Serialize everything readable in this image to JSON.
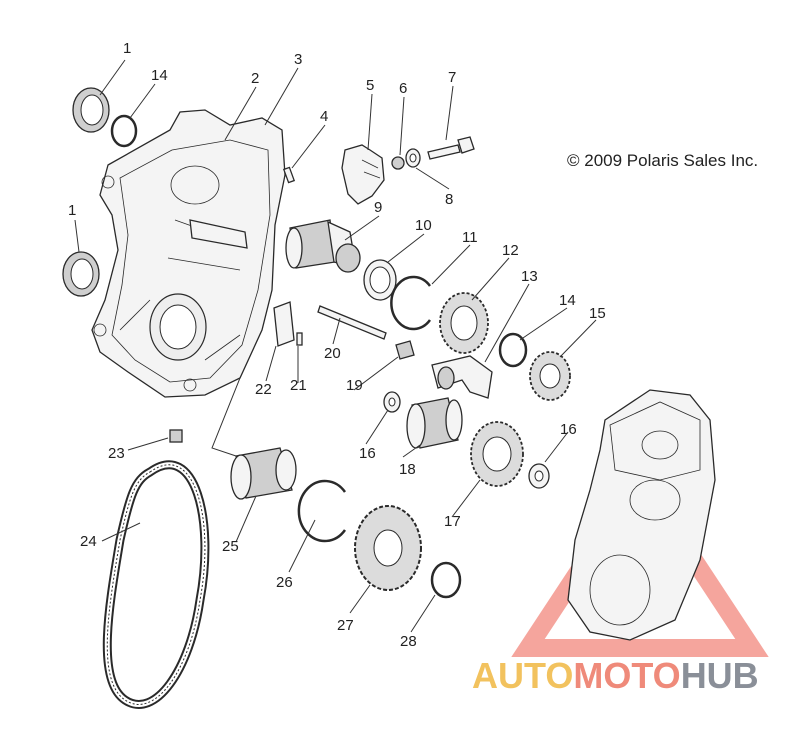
{
  "copyright": "© 2009 Polaris Sales Inc.",
  "watermark": {
    "part1": "AUTO",
    "part2": "MOTO",
    "part3": "HUB"
  },
  "colors": {
    "watermark_red": "#ec5b4d",
    "watermark_yellow": "#f2c25e",
    "watermark_gray": "#8a8f98",
    "line": "#2a2a2a"
  },
  "callouts": {
    "c1a": "1",
    "c1b": "1",
    "c2": "2",
    "c3": "3",
    "c4": "4",
    "c5": "5",
    "c6": "6",
    "c7": "7",
    "c8": "8",
    "c9": "9",
    "c10": "10",
    "c11": "11",
    "c12": "12",
    "c13": "13",
    "c14a": "14",
    "c14b": "14",
    "c15": "15",
    "c16a": "16",
    "c16b": "16",
    "c17": "17",
    "c18": "18",
    "c19": "19",
    "c20": "20",
    "c21": "21",
    "c22": "22",
    "c23": "23",
    "c24": "24",
    "c25": "25",
    "c26": "26",
    "c27": "27",
    "c28": "28"
  }
}
